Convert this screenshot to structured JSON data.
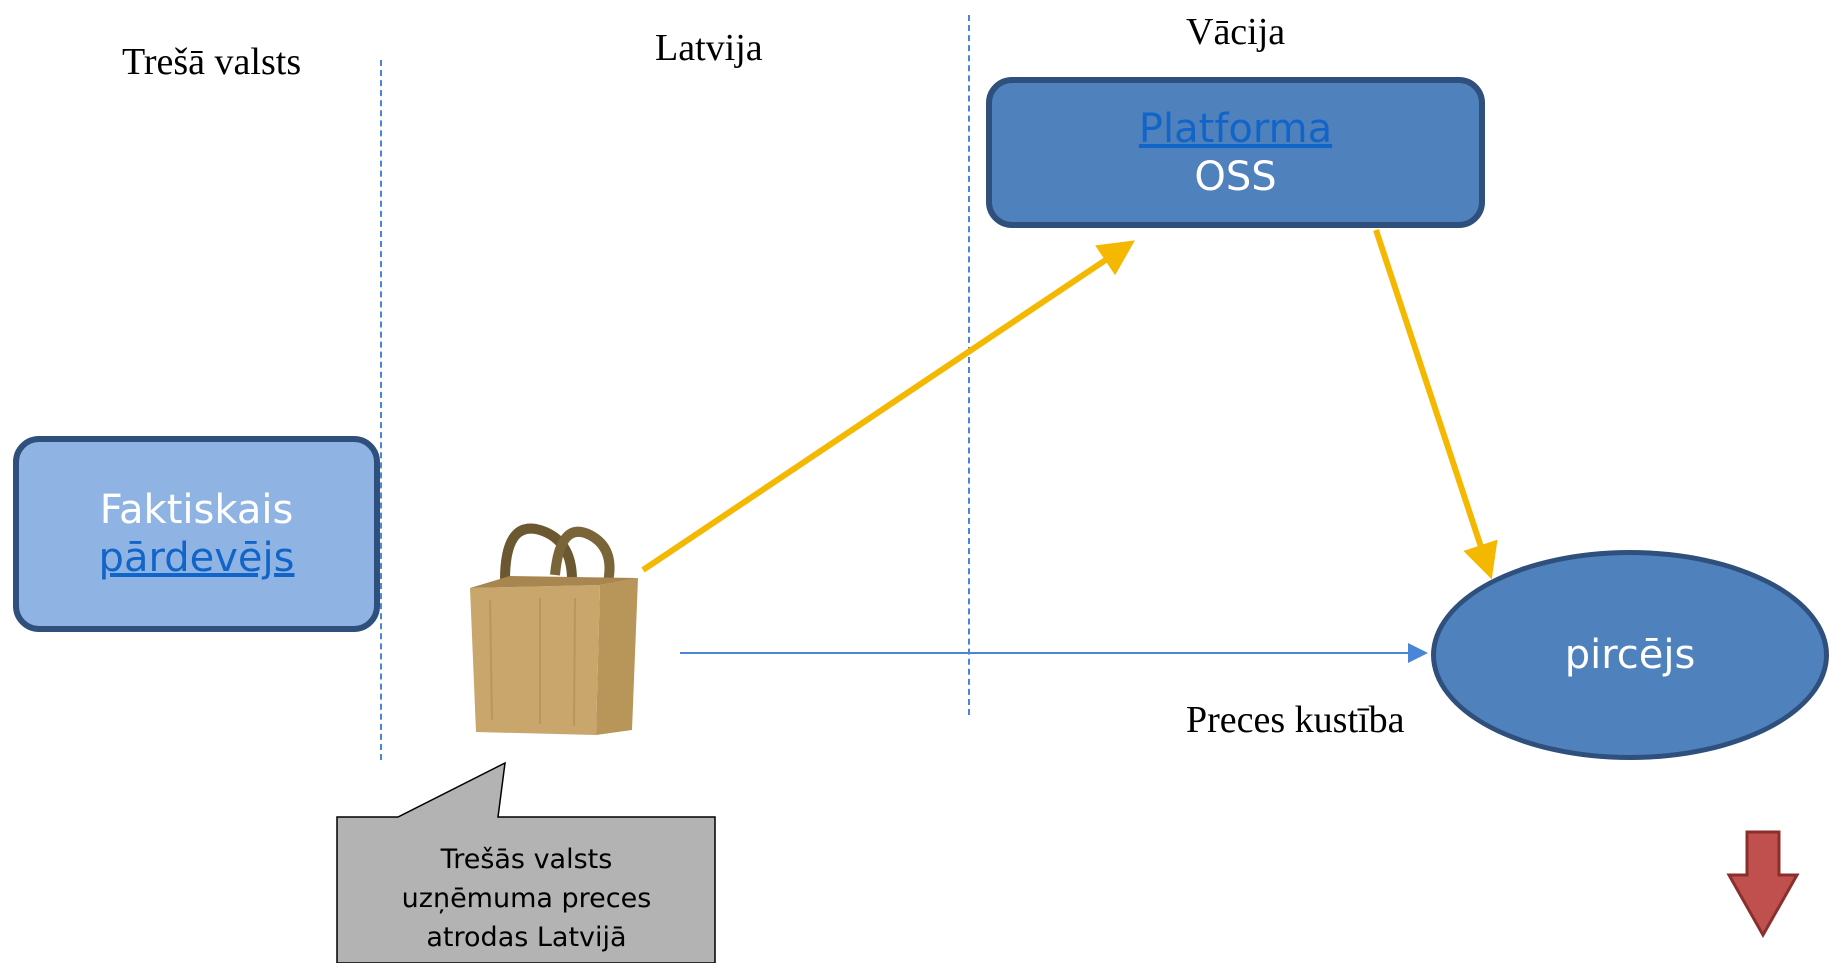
{
  "regions": {
    "third_country": "Trešā valsts",
    "latvia": "Latvija",
    "germany": "Vācija"
  },
  "seller": {
    "line1": "Faktiskais",
    "line2": "pārdevējs"
  },
  "platform": {
    "line1": "Platforma",
    "line2": "OSS"
  },
  "buyer": {
    "label": "pircējs"
  },
  "flow_caption": "Preces kustība",
  "callout": {
    "line1": "Trešās valsts",
    "line2": "uzņēmuma preces",
    "line3": "atrodas Latvijā"
  },
  "icons": {
    "goods": "shopping-bag-icon",
    "next": "down-arrow-icon"
  },
  "colors": {
    "yellow_arrow": "#f5b800",
    "blue_arrow": "#4a86d8",
    "down_arrow": "#c0504d",
    "box_dark": "#4f81bd",
    "box_light": "#8fb4e3"
  }
}
